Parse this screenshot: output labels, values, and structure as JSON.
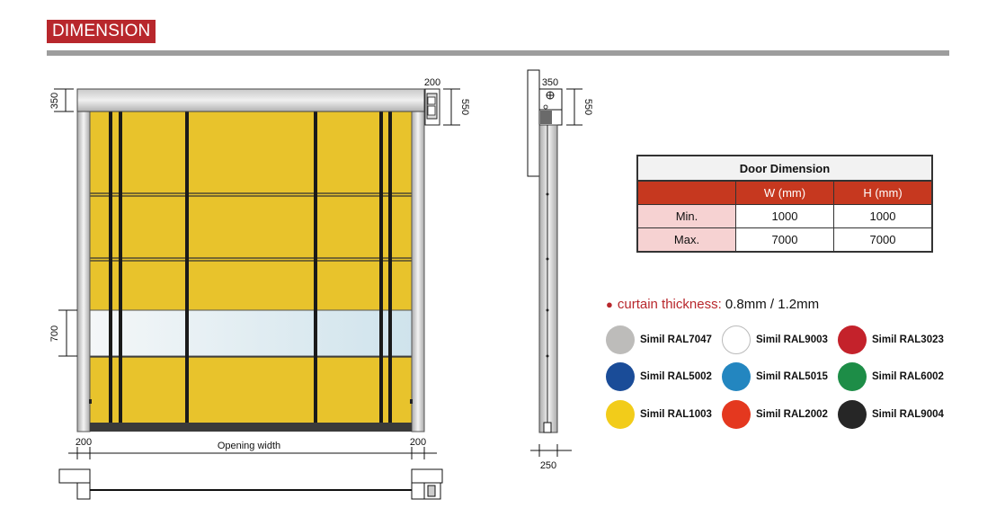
{
  "header": {
    "title": "DIMENSION"
  },
  "drawing": {
    "front": {
      "dim_top_left": "350",
      "dim_motor_top": "200",
      "dim_motor_height": "550",
      "dim_window": "700",
      "dim_side_left": "200",
      "dim_side_right": "200",
      "opening_label": "Opening width"
    },
    "side": {
      "dim_top": "350",
      "dim_height": "550",
      "dim_bottom": "250"
    }
  },
  "table": {
    "title": "Door Dimension",
    "columns": [
      "",
      "W (mm)",
      "H (mm)"
    ],
    "rows": [
      {
        "label": "Min.",
        "w": "1000",
        "h": "1000"
      },
      {
        "label": "Max.",
        "w": "7000",
        "h": "7000"
      }
    ]
  },
  "thickness": {
    "label": "curtain thickness:",
    "value": "0.8mm / 1.2mm"
  },
  "swatches": [
    {
      "name": "Simil RAL7047",
      "color": "#bdbcba"
    },
    {
      "name": "Simil RAL9003",
      "color": "#ffffff"
    },
    {
      "name": "Simil RAL3023",
      "color": "#c4222b"
    },
    {
      "name": "Simil RAL5002",
      "color": "#1a4c98"
    },
    {
      "name": "Simil RAL5015",
      "color": "#2386c0"
    },
    {
      "name": "Simil RAL6002",
      "color": "#1d8d47"
    },
    {
      "name": "Simil RAL1003",
      "color": "#f2cc1a"
    },
    {
      "name": "Simil RAL2002",
      "color": "#e4381f"
    },
    {
      "name": "Simil RAL9004",
      "color": "#262626"
    }
  ]
}
